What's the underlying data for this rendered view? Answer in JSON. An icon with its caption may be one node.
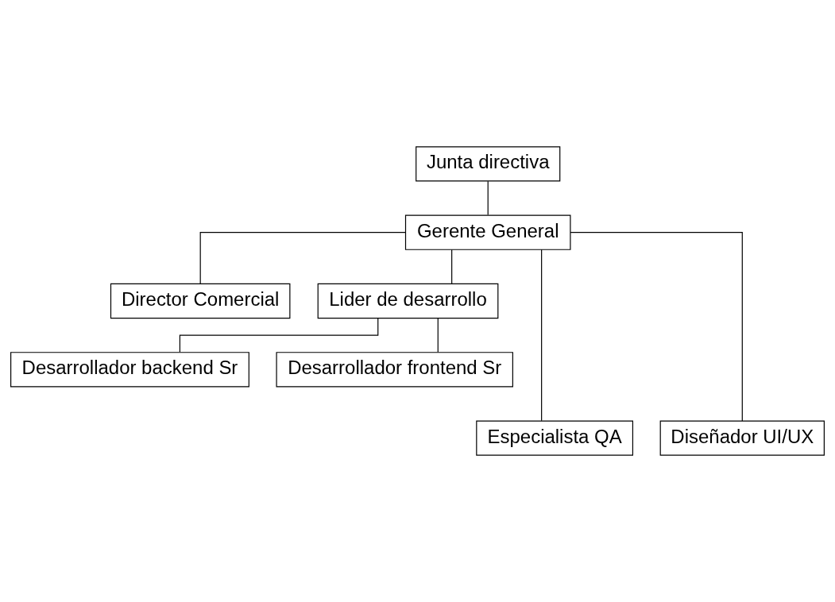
{
  "diagram": {
    "nodes": [
      {
        "text": [
          "Junta directiva"
        ]
      },
      {
        "text": [
          "Gerente General"
        ]
      },
      {
        "text": [
          "Director Comercial"
        ]
      },
      {
        "text": [
          "Lider de desarrollo"
        ]
      },
      {
        "text": [
          "Desarrollador backend Sr"
        ]
      },
      {
        "text": [
          "Desarrollador frontend Sr"
        ]
      },
      {
        "text": [
          "Especialista QA"
        ]
      },
      {
        "text": [
          "Diseñador UI/UX"
        ]
      }
    ],
    "edges": [
      {
        "from": 0,
        "to": 1,
        "arrow": "none"
      },
      {
        "from": 1,
        "to": 2,
        "arrow": "none"
      },
      {
        "from": 1,
        "to": 3,
        "arrow": "none"
      },
      {
        "from": 3,
        "to": 4,
        "arrow": "none"
      },
      {
        "from": 3,
        "to": 5,
        "arrow": "none"
      },
      {
        "from": 1,
        "to": 6,
        "arrow": "none"
      },
      {
        "from": 1,
        "to": 7,
        "arrow": "none"
      }
    ]
  }
}
